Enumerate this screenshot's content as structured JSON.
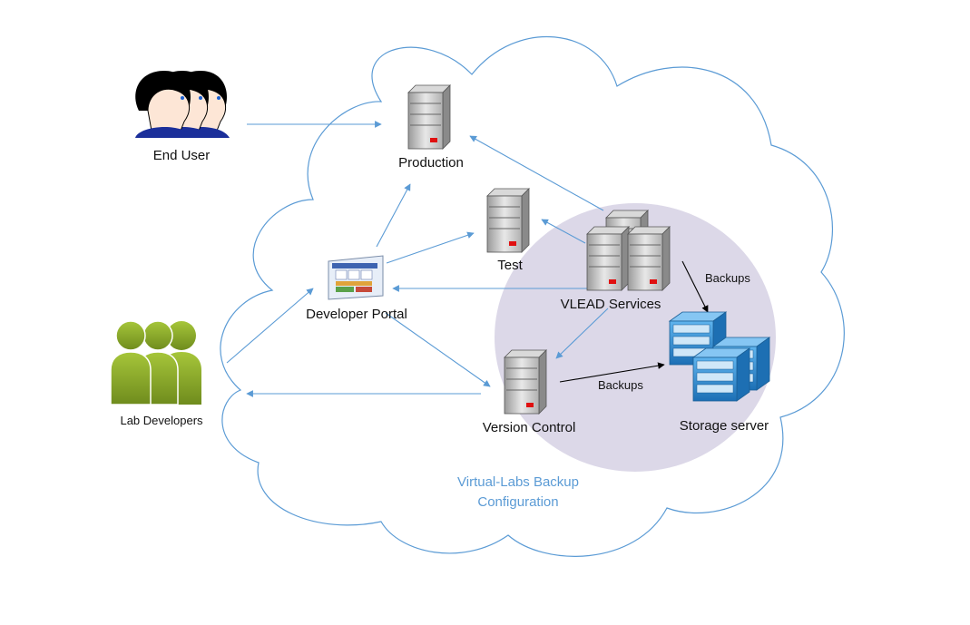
{
  "nodes": {
    "end_user": "End User",
    "production": "Production",
    "test": "Test",
    "vlead_services": "VLEAD Services",
    "developer_portal": "Developer Portal",
    "lab_developers": "Lab Developers",
    "version_control": "Version Control",
    "storage_server": "Storage server"
  },
  "edges": {
    "backups_from_vlead": "Backups",
    "backups_from_version_control": "Backups"
  },
  "cloud_caption": {
    "line1": "Virtual-Labs Backup",
    "line2": "Configuration"
  },
  "colors": {
    "cloud_stroke": "#5b9bd5",
    "arrow": "#5b9bd5",
    "backup_arrow": "#000000",
    "ellipse_fill": "#dcd8e8",
    "caption": "#5b9bd5",
    "developer_green": "#8dab2c",
    "storage_blue": "#2e8bd0"
  }
}
